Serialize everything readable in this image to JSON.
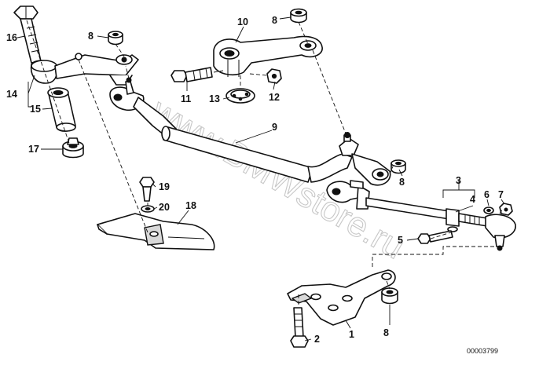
{
  "watermark": "www.BMWstore.ru",
  "diagram_code": "00003799",
  "callouts": {
    "c1": "1",
    "c2": "2",
    "c3": "3",
    "c4": "4",
    "c5": "5",
    "c6": "6",
    "c7": "7",
    "c8a": "8",
    "c8b": "8",
    "c8c": "8",
    "c8d": "8",
    "c9": "9",
    "c10": "10",
    "c11": "11",
    "c12": "12",
    "c13": "13",
    "c14": "14",
    "c15": "15",
    "c16": "16",
    "c17": "17",
    "c18": "18",
    "c19": "19",
    "c20": "20"
  }
}
